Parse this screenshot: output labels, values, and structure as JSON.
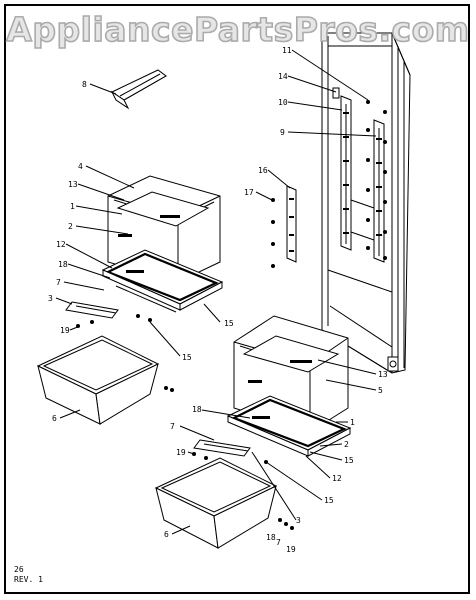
{
  "watermark": "AppliancePartsPros.com",
  "page_number": "26",
  "revision": "REV. 1",
  "callouts": {
    "c8": "8",
    "c11": "11",
    "c14": "14",
    "c10": "10",
    "c9": "9",
    "c16": "16",
    "c17": "17",
    "c4": "4",
    "c13a": "13",
    "c1a": "1",
    "c2a": "2",
    "c12a": "12",
    "c18a": "18",
    "c7a": "7",
    "c3a": "3",
    "c19a": "19",
    "c15a": "15",
    "c15b": "15",
    "c6a": "6",
    "c13b": "13",
    "c5": "5",
    "c18b": "18",
    "c1b": "1",
    "c7b": "7",
    "c2b": "2",
    "c19b": "19",
    "c15c": "15",
    "c12b": "12",
    "c15d": "15",
    "c3b": "3",
    "c6b": "6",
    "c18c": "18",
    "c7c": "7",
    "c19c": "19"
  }
}
